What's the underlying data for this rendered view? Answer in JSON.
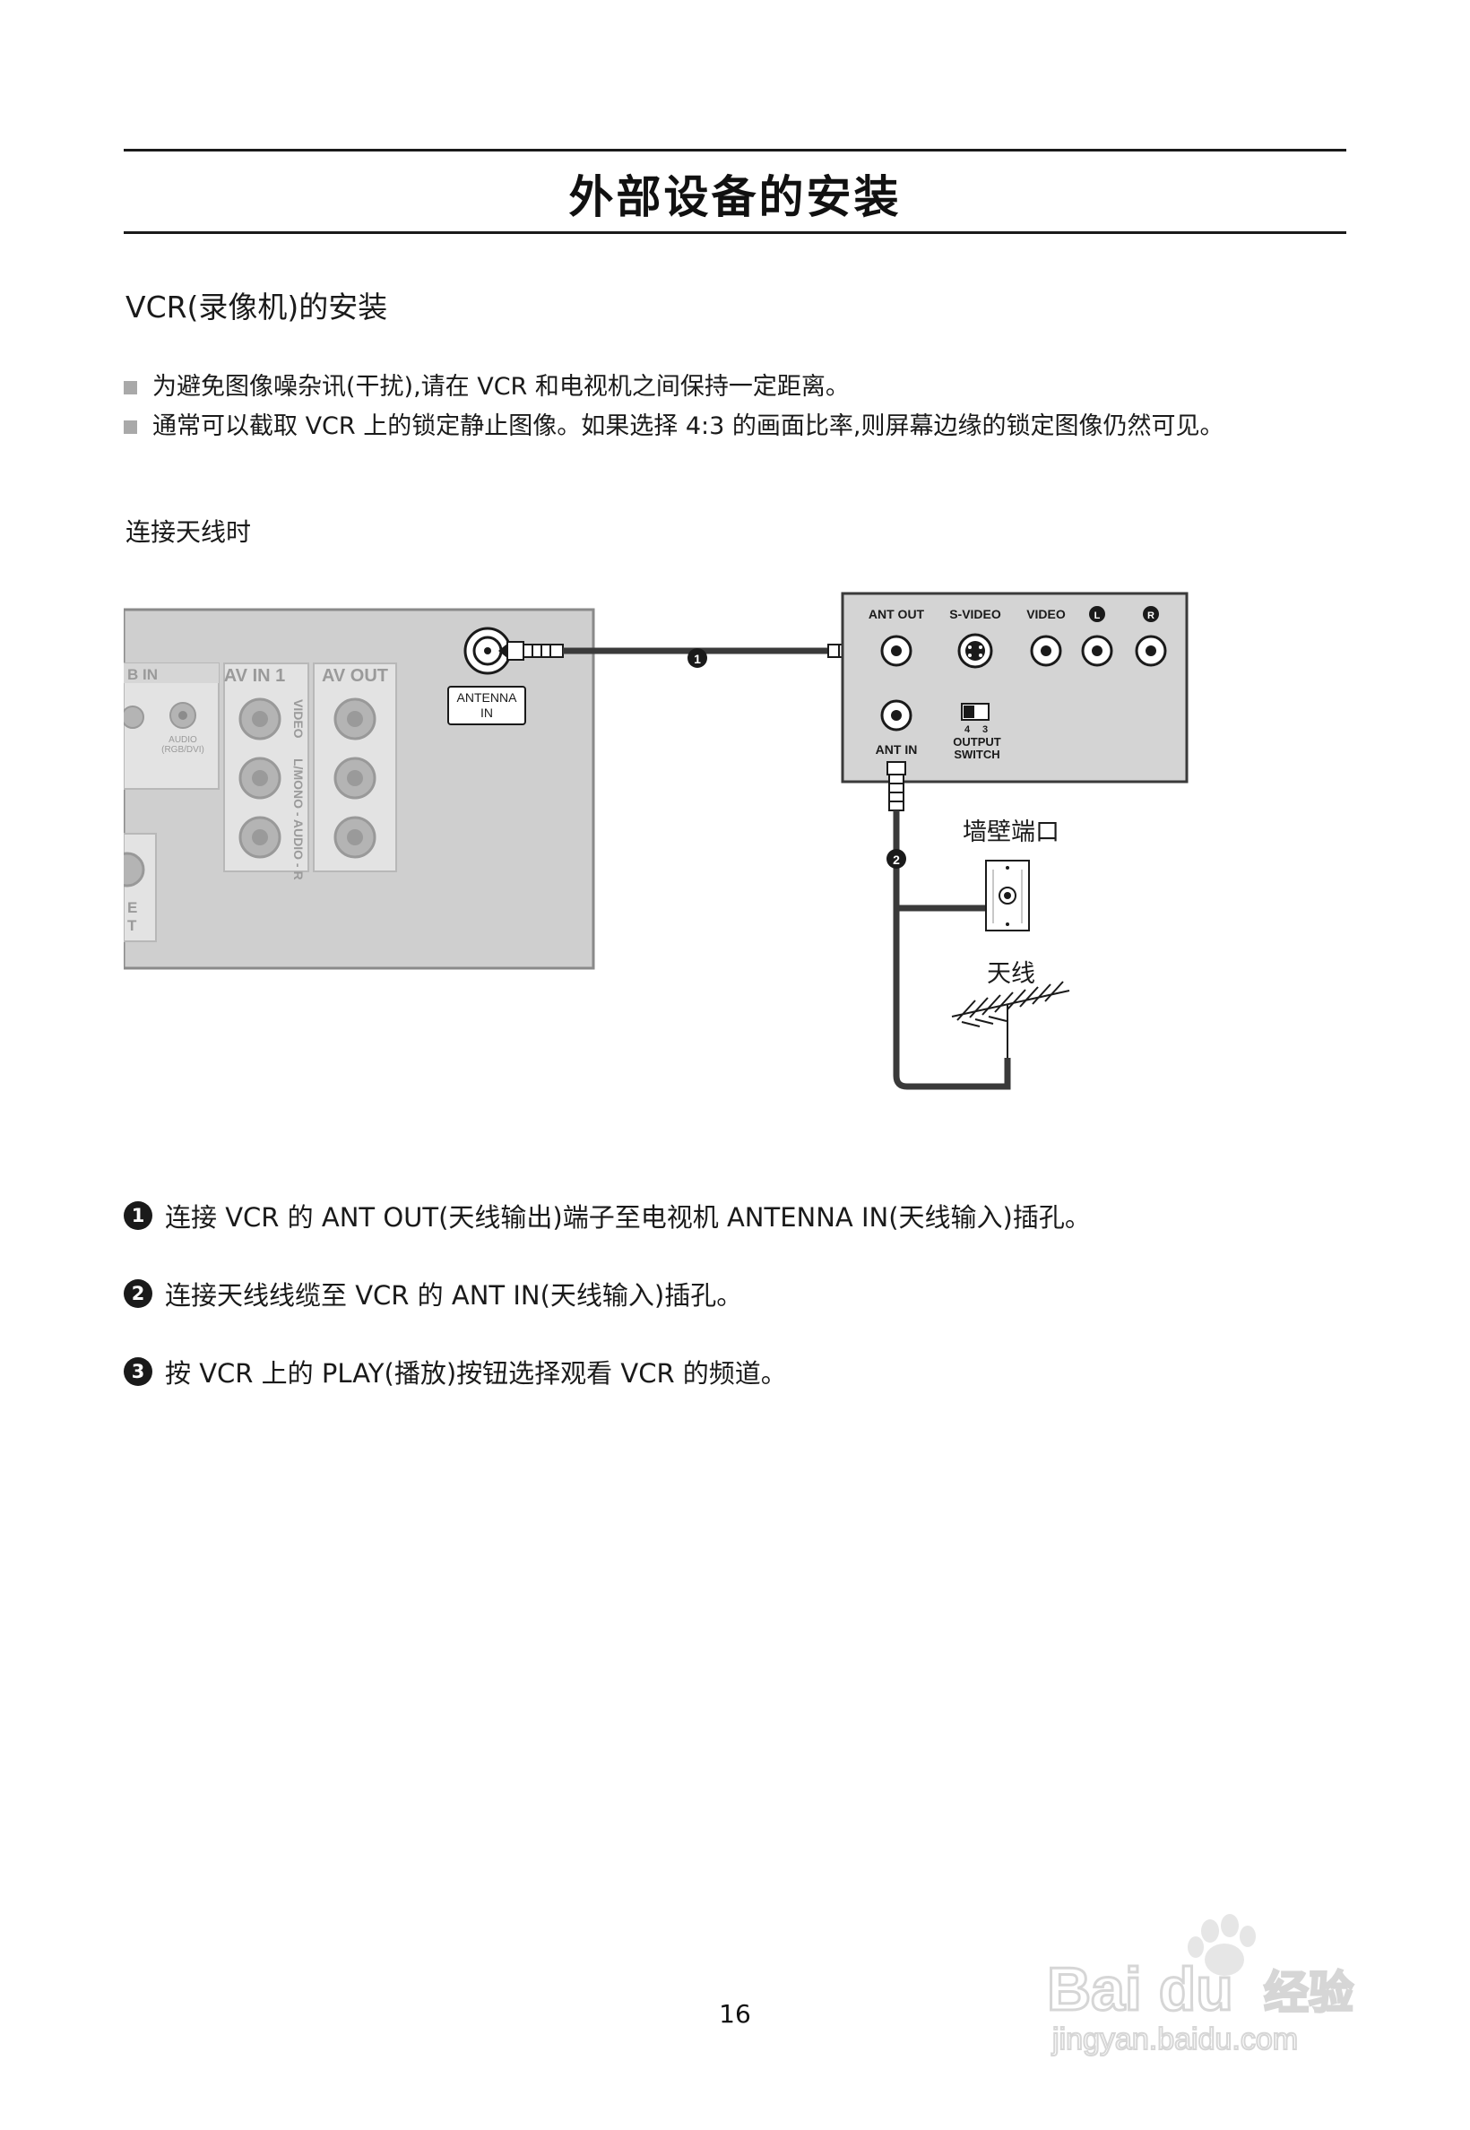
{
  "page": {
    "title": "外部设备的安装",
    "section_title": "VCR(录像机)的安装",
    "bullets": [
      "为避免图像噪杂讯(干扰),请在 VCR 和电视机之间保持一定距离。",
      "通常可以截取 VCR 上的锁定静止图像。如果选择 4:3 的画面比率,则屏幕边缘的锁定图像仍然可见。"
    ],
    "subheading": "连接天线时",
    "page_number": "16"
  },
  "diagram": {
    "tv_labels": {
      "rgb_in": "B IN",
      "av_in": "AV IN 1",
      "av_out": "AV OUT",
      "audio_rgb": "AUDIO",
      "audio_rgb2": "(RGB/DVI)",
      "video": "VIDEO",
      "audio_lr": "L/MONO - AUDIO - R",
      "cut_e": "E",
      "cut_t": "T",
      "antenna_in_1": "ANTENNA",
      "antenna_in_2": "IN"
    },
    "vcr_labels": {
      "ant_out": "ANT OUT",
      "s_video": "S-VIDEO",
      "video": "VIDEO",
      "left": "L",
      "right": "R",
      "ant_in": "ANT IN",
      "switch_4": "4",
      "switch_3": "3",
      "output_switch_1": "OUTPUT",
      "output_switch_2": "SWITCH"
    },
    "callouts": {
      "one": "1",
      "two": "2"
    },
    "wall_port_label": "墙壁端口",
    "antenna_label": "天线"
  },
  "steps": [
    {
      "num": "1",
      "text": "连接 VCR 的 ANT OUT(天线输出)端子至电视机 ANTENNA IN(天线输入)插孔。"
    },
    {
      "num": "2",
      "text": "连接天线线缆至 VCR 的 ANT IN(天线输入)插孔。"
    },
    {
      "num": "3",
      "text": "按 VCR 上的 PLAY(播放)按钮选择观看 VCR 的频道。"
    }
  ],
  "watermark": {
    "brand": "Bai du",
    "brand_cn": "经验",
    "url": "jingyan.baidu.com"
  },
  "colors": {
    "panel_gray": "#cfcfcf",
    "jack_gray": "#b4b4b4",
    "text": "#1a1a1a"
  }
}
